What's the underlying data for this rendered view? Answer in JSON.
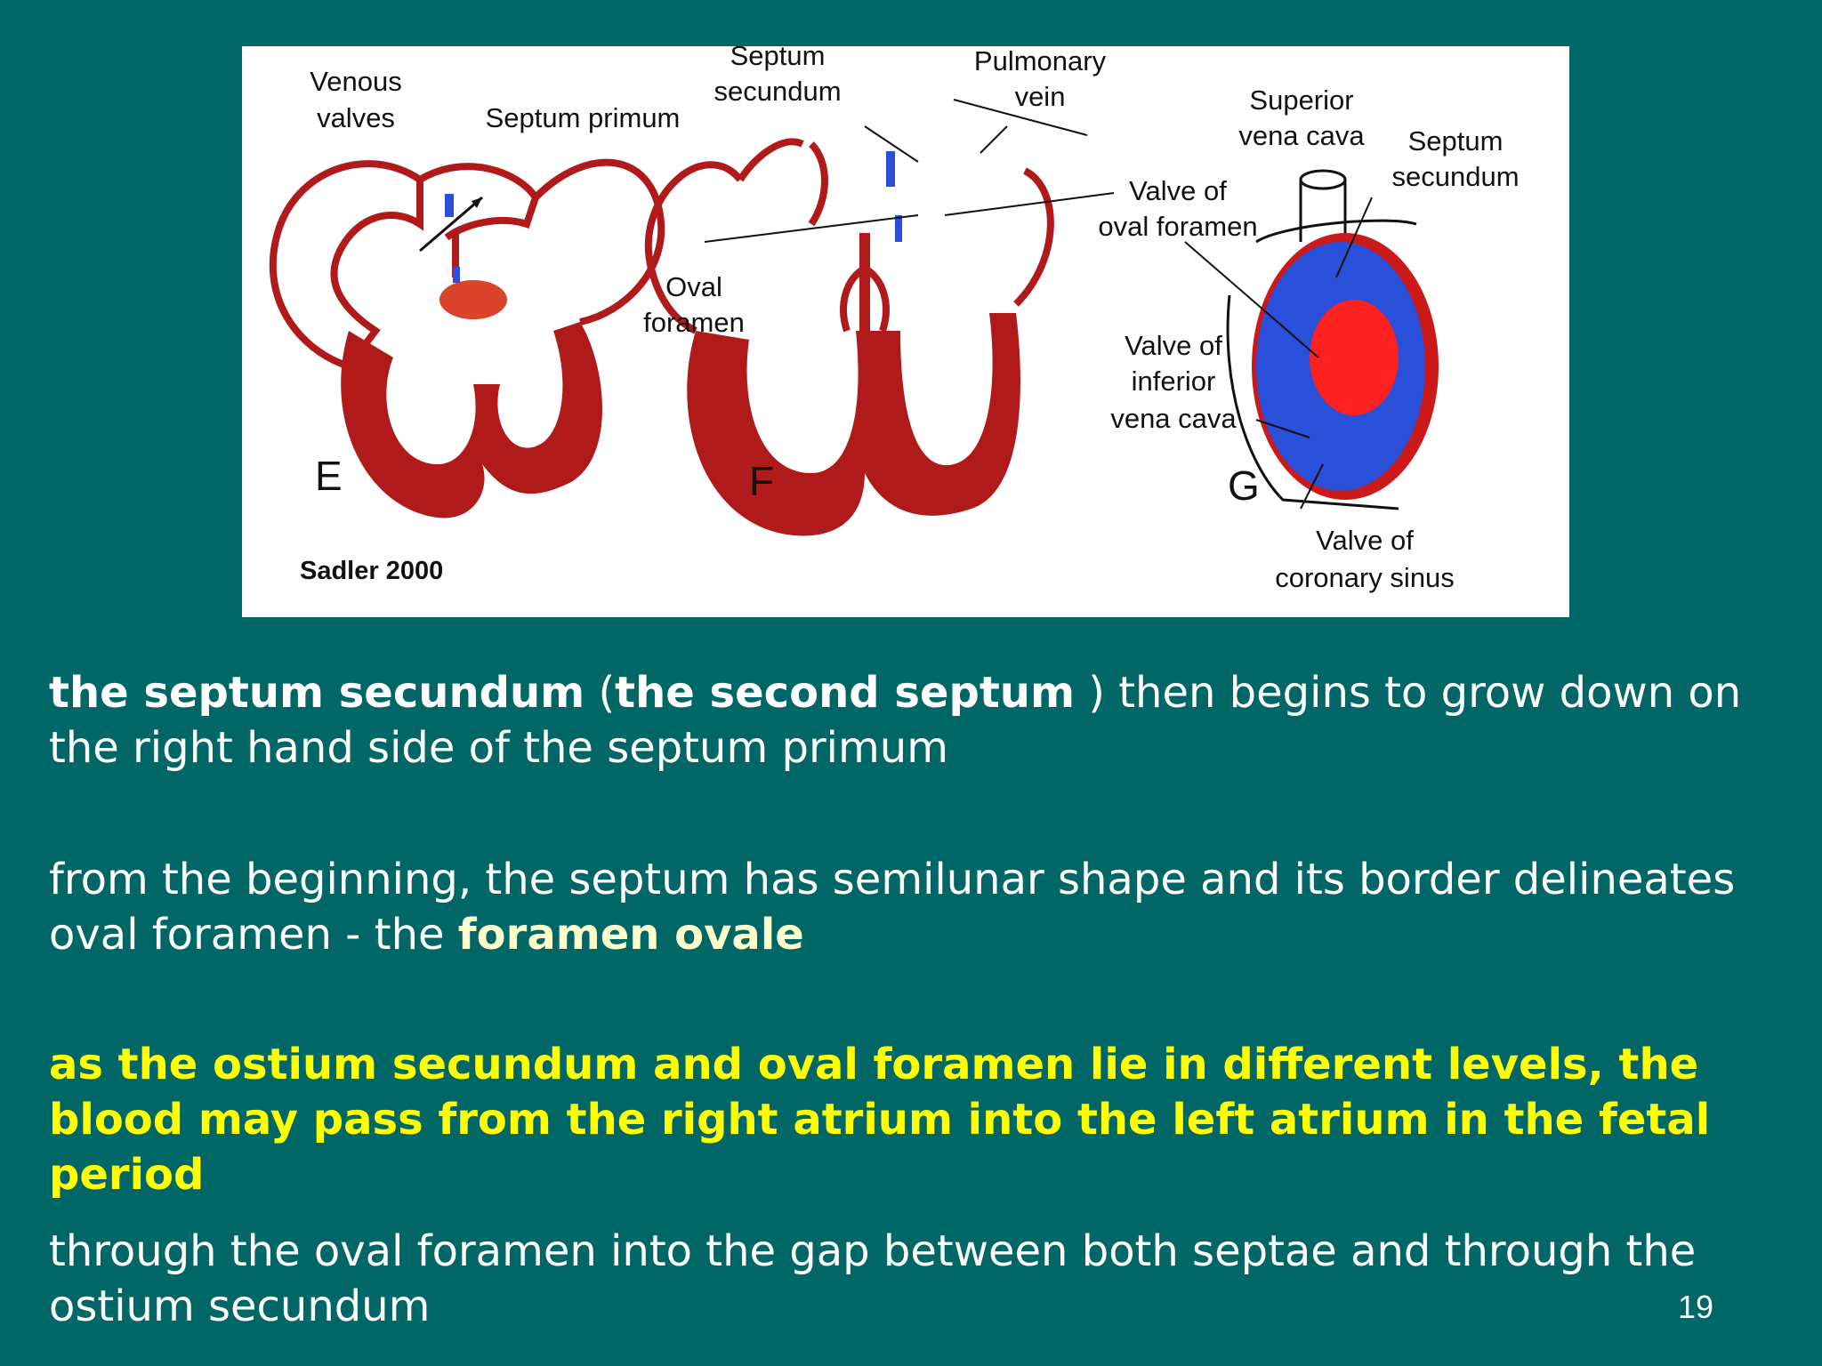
{
  "figure": {
    "labels": {
      "venous_valves": [
        "Venous",
        "valves"
      ],
      "septum_primum": "Septum primum",
      "septum_secundum_f": [
        "Septum",
        "secundum"
      ],
      "pulmonary_vein": [
        "Pulmonary",
        "vein"
      ],
      "oval_foramen": [
        "Oval",
        "foramen"
      ],
      "superior_vena_cava": [
        "Superior",
        "vena cava"
      ],
      "septum_secundum_g": [
        "Septum",
        "secundum"
      ],
      "valve_oval_foramen": [
        "Valve of",
        "oval foramen"
      ],
      "valve_ivc": [
        "Valve of",
        "inferior",
        "vena cava"
      ],
      "valve_coronary_sinus": [
        "Valve of",
        "coronary sinus"
      ]
    },
    "panels": [
      "E",
      "F",
      "G"
    ],
    "credit": "Sadler 2000",
    "colors": {
      "myocardium": "#b01a1a",
      "septum_blue": "#2a4fd8",
      "foramen_red": "#ff2020"
    }
  },
  "paragraphs": {
    "p1": {
      "bold1": "the septum secundum",
      "open": " (",
      "bold2": "the second septum",
      "rest": " ) then begins to grow down on the right hand side of the septum primum"
    },
    "p2": {
      "text": "from the beginning, the septum has semilunar shape and its border delineates oval foramen - the ",
      "highlight": "foramen ovale"
    },
    "p3": {
      "text": "as the ostium secundum and oval foramen lie in different levels, the blood may  pass from the right atrium into the left atrium in the fetal period"
    },
    "p4": {
      "text": "through the oval foramen into the gap between both septae and through the ostium secundum"
    }
  },
  "page_number": "19"
}
